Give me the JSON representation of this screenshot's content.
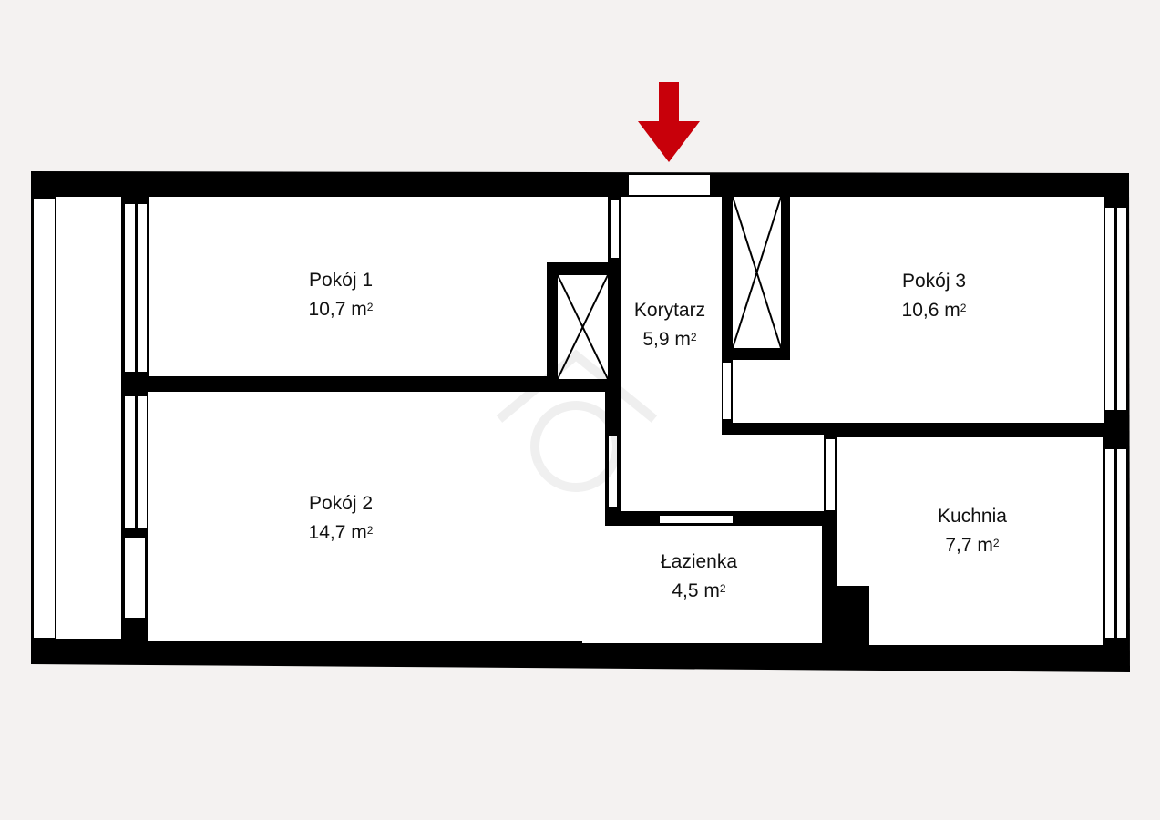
{
  "colors": {
    "wall": "#000000",
    "floor": "#ffffff",
    "background": "#f4f2f1",
    "entrance_arrow": "#c8000a"
  },
  "entrance_icon": "arrow-down-icon",
  "area_unit": "m",
  "area_exponent": "2",
  "rooms": [
    {
      "name": "Pokój 1",
      "area": "10,7"
    },
    {
      "name": "Pokój 2",
      "area": "14,7"
    },
    {
      "name": "Korytarz",
      "area": "5,9"
    },
    {
      "name": "Pokój 3",
      "area": "10,6"
    },
    {
      "name": "Łazienka",
      "area": "4,5"
    },
    {
      "name": "Kuchnia",
      "area": "7,7"
    }
  ]
}
